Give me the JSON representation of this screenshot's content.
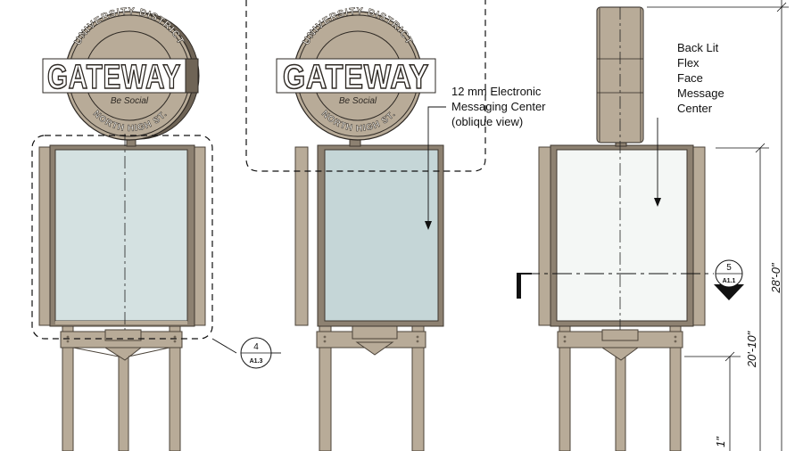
{
  "sign": {
    "name_text": "GATEWAY",
    "ring_top_text": "UNIVERSITY DISTRICT",
    "ring_bottom_text": "NORTH HIGH ST.",
    "script_text": "Be Social"
  },
  "annotations": {
    "emc_note": "12 mm Electronic\nMessaging Center\n(oblique view)",
    "backlit_note": "Back Lit\nFlex\nFace\nMessage\nCenter"
  },
  "section_markers": {
    "marker_a": {
      "number": "4",
      "sheet": "A1.3"
    },
    "marker_b": {
      "number": "5",
      "sheet": "A1.1"
    }
  },
  "dimensions": {
    "overall_height": "28'-0\"",
    "leg_height": "20'-10\"",
    "partial_label": "1\""
  },
  "colors": {
    "cabinet": "#b8ab98",
    "cabinet_dark": "#6f6456",
    "glass": "#d4e1e1",
    "glass_blue": "#c5d6d7",
    "backlit_face": "#f4f7f5",
    "ink": "#111111"
  }
}
